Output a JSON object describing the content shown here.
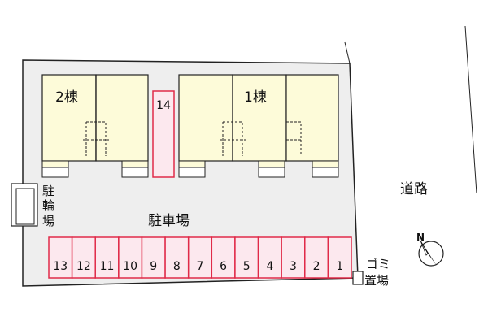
{
  "buildings": [
    {
      "label": "2棟"
    },
    {
      "label": "1棟"
    }
  ],
  "areas": {
    "parking": "駐車場",
    "bicycle_parking": [
      "駐",
      "輪",
      "場"
    ],
    "road": "道路",
    "garbage": [
      "ゴミ",
      "置場"
    ]
  },
  "parking_spaces": [
    "13",
    "12",
    "11",
    "10",
    "9",
    "8",
    "7",
    "6",
    "5",
    "4",
    "3",
    "2",
    "1"
  ],
  "extra_space": "14",
  "compass": {
    "label": "N",
    "icon": "compass-icon"
  },
  "colors": {
    "lot_fill": "#eeeeee",
    "building_fill": "#fdfbd9",
    "parking_fill": "#fce8ee",
    "parking_stroke": "#e02a48",
    "outline": "#222222"
  }
}
